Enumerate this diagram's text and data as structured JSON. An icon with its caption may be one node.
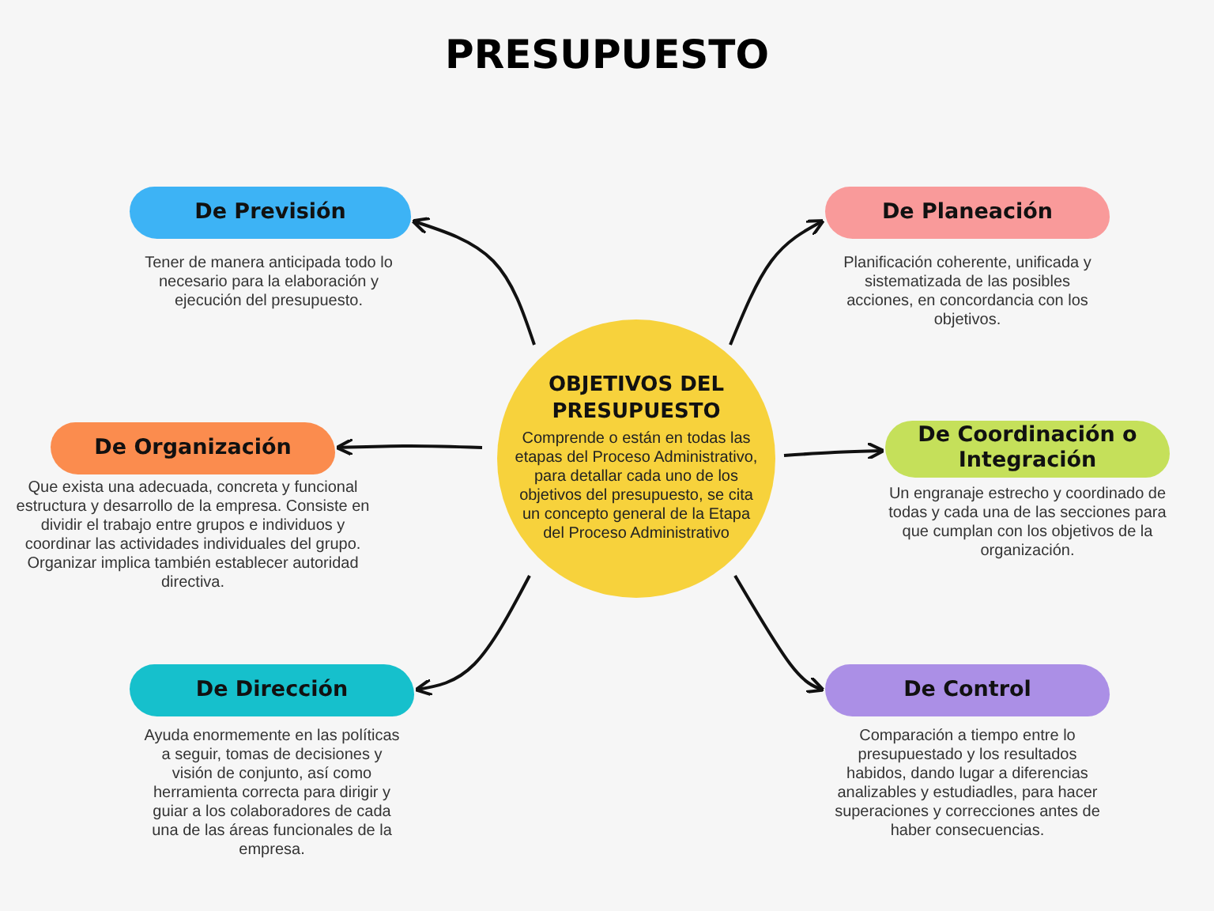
{
  "diagram": {
    "title": "PRESUPUESTO",
    "nodes": [
      {
        "text": [
          "OBJETIVOS DEL PRESUPUESTO",
          "Comprende o están en todas las etapas del Proceso Administrativo, para detallar cada uno de los objetivos del presupuesto, se cita un concepto general de la Etapa del Proceso Administrativo"
        ]
      },
      {
        "text": [
          "De Previsión"
        ],
        "beside": [
          "Tener de manera anticipada todo lo necesario para la elaboración y ejecución del presupuesto."
        ]
      },
      {
        "text": [
          "De Planeación"
        ],
        "beside": [
          "Planificación coherente, unificada y sistematizada de las posibles acciones, en concordancia con los objetivos."
        ]
      },
      {
        "text": [
          "De Organización"
        ],
        "beside": [
          "Que exista una adecuada, concreta y funcional estructura y desarrollo de la empresa. Consiste en dividir el trabajo entre grupos e individuos y coordinar las actividades individuales del grupo. Organizar implica también establecer autoridad directiva."
        ]
      },
      {
        "text": [
          "De Coordinación o Integración"
        ],
        "beside": [
          "Un engranaje estrecho y coordinado de todas y cada una de las secciones para que cumplan con los objetivos de la organización."
        ]
      },
      {
        "text": [
          "De Dirección"
        ],
        "beside": [
          "Ayuda enormemente en las políticas a seguir, tomas de decisiones y visión de conjunto, así como herramienta correcta para dirigir y guiar a los colaboradores de cada una de las áreas funcionales de la empresa."
        ]
      },
      {
        "text": [
          "De Control"
        ],
        "beside": [
          "Comparación a tiempo entre lo presupuestado y los resultados habidos, dando lugar a diferencias analizables y estudiadles, para hacer superaciones y correcciones antes de haber consecuencias."
        ]
      }
    ],
    "edges": [
      {
        "from": 0,
        "to": 1,
        "arrow": "to"
      },
      {
        "from": 0,
        "to": 2,
        "arrow": "to"
      },
      {
        "from": 0,
        "to": 3,
        "arrow": "to"
      },
      {
        "from": 0,
        "to": 4,
        "arrow": "to"
      },
      {
        "from": 0,
        "to": 5,
        "arrow": "to"
      },
      {
        "from": 0,
        "to": 6,
        "arrow": "to"
      }
    ]
  }
}
